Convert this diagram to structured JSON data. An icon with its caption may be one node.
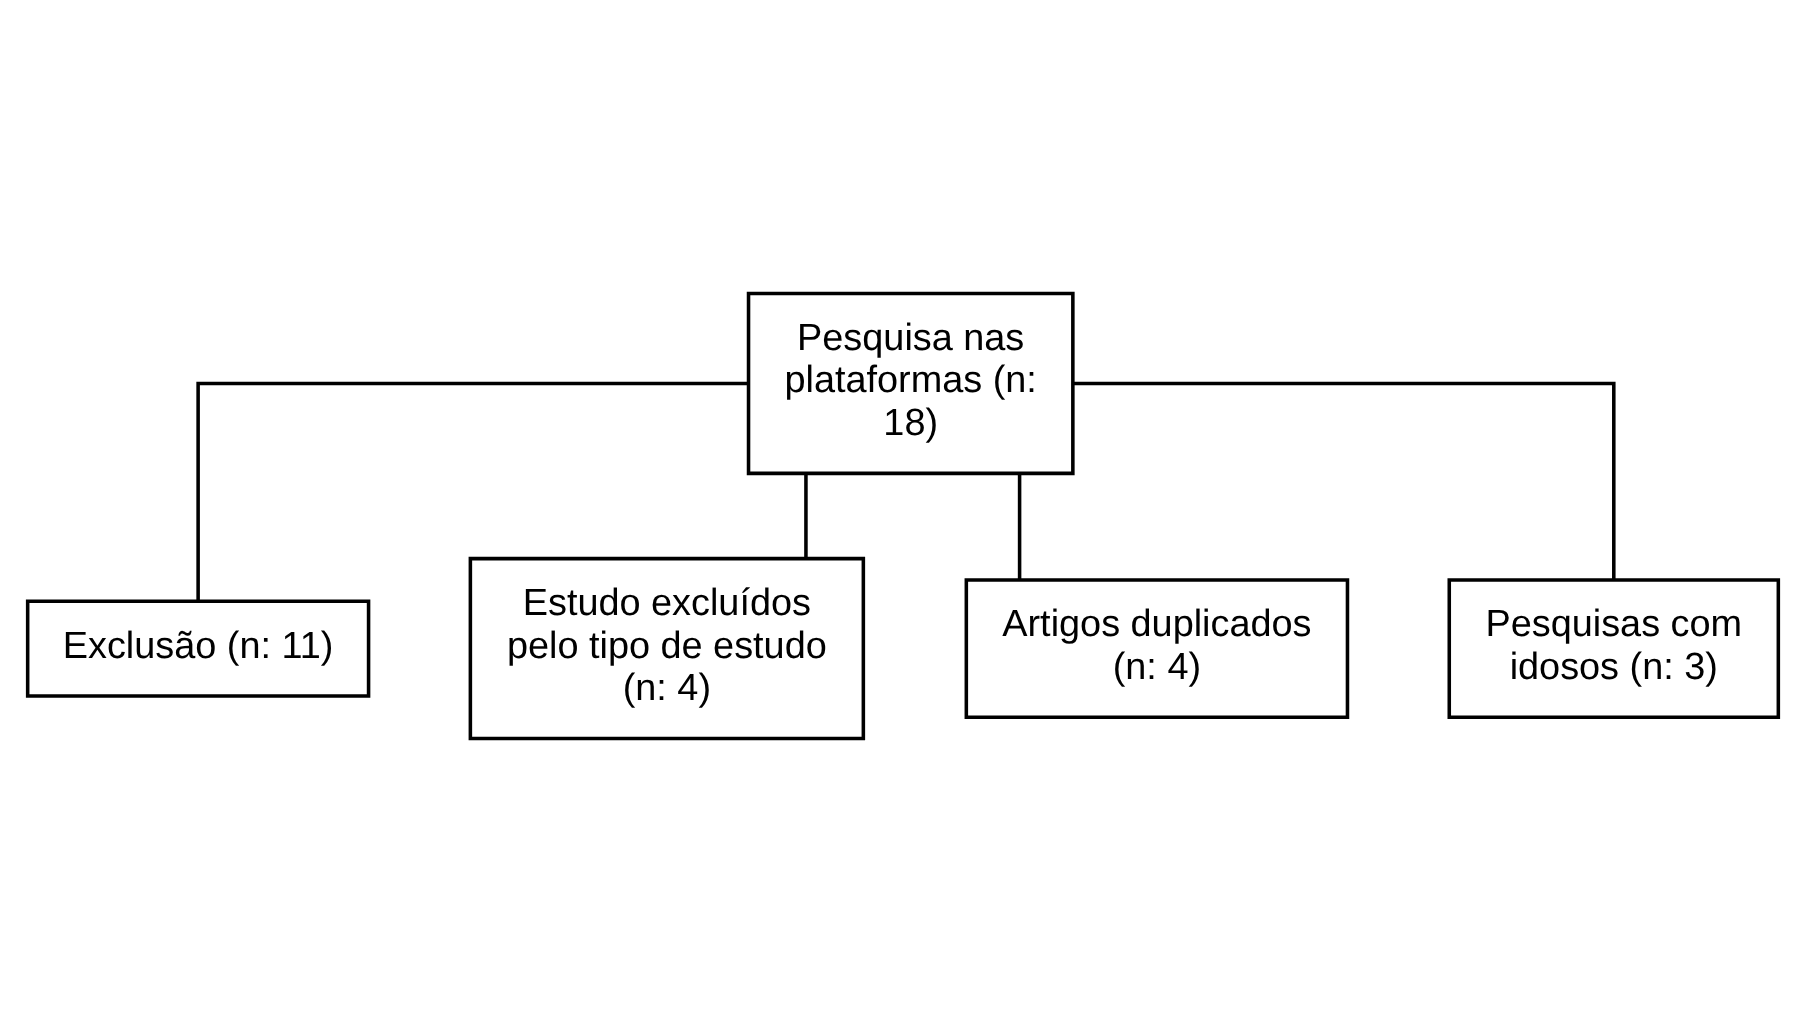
{
  "diagram": {
    "nodes": [
      {
        "text": [
          "Pesquisa nas plataformas (n: 18)"
        ]
      },
      {
        "text": [
          "Exclusão (n: 11)"
        ]
      },
      {
        "text": [
          "Estudo excluídos pelo tipo de estudo (n: 4)"
        ]
      },
      {
        "text": [
          "Artigos duplicados (n: 4)"
        ]
      },
      {
        "text": [
          "Pesquisas com idosos (n: 3)"
        ]
      }
    ],
    "edges": [
      {
        "from": 0,
        "to": 1,
        "arrow": "none"
      },
      {
        "from": 0,
        "to": 2,
        "arrow": "none"
      },
      {
        "from": 0,
        "to": 3,
        "arrow": "none"
      },
      {
        "from": 0,
        "to": 4,
        "arrow": "none"
      }
    ]
  }
}
